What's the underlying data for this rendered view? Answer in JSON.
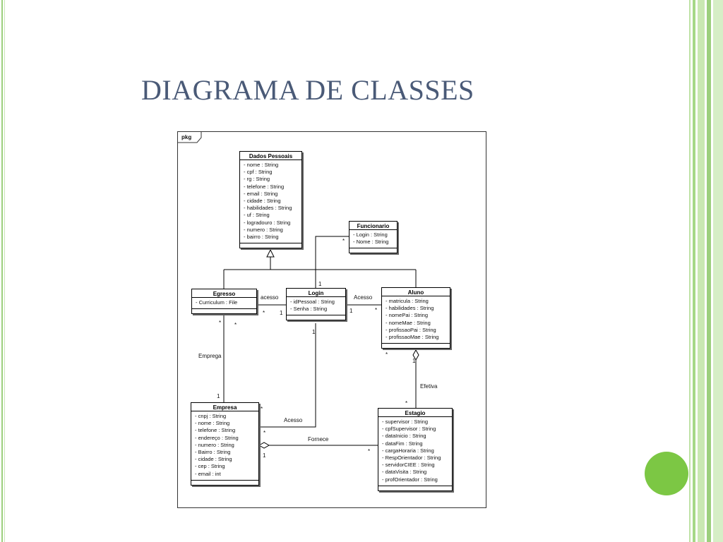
{
  "slide": {
    "title": "DIAGRAMA DE CLASSES",
    "accent_color": "#7cc744",
    "title_color": "#4a5a77"
  },
  "diagram": {
    "frame_label": "pkg",
    "classes": {
      "dados_pessoais": {
        "name": "Dados Pessoais",
        "attributes": [
          "- nome : String",
          "- cpf : String",
          "- rg : String",
          "- telefone : String",
          "- email : String",
          "- cidade : String",
          "- habilidades : String",
          "- uf : String",
          "- logradouro : String",
          "- numero : String",
          "- bairro : String"
        ]
      },
      "funcionario": {
        "name": "Funcionario",
        "attributes": [
          "- Login : String",
          "- Nome : String"
        ]
      },
      "egresso": {
        "name": "Egresso",
        "attributes": [
          "- Curriculum : File"
        ]
      },
      "login": {
        "name": "Login",
        "attributes": [
          "- idPessoal : String",
          "- Senha : String"
        ]
      },
      "aluno": {
        "name": "Aluno",
        "attributes": [
          "- matricula : String",
          "- habilidades : String",
          "- nomePai : String",
          "- nomeMae : String",
          "- profissaoPai : String",
          "- profissaoMae : String"
        ]
      },
      "empresa": {
        "name": "Empresa",
        "attributes": [
          "- cnpj : String",
          "- nome : String",
          "- telefone : String",
          "- endereço : String",
          "- numero : String",
          "- Bairro : String",
          "- cidade : String",
          "- cep : String",
          "- email : int"
        ]
      },
      "estagio": {
        "name": "Estagio",
        "attributes": [
          "- supervisor : String",
          "- cpfSupervisor : String",
          "- dataInicio : String",
          "- dataFim : String",
          "- cargaHoraria : String",
          "- RespOrientador : String",
          "- servidorCIEE : String",
          "- dataVisita : String",
          "- profOrientador : String"
        ]
      }
    },
    "labels": {
      "acesso_egresso_login": "acesso",
      "acesso_login_aluno": "Acesso",
      "acesso_login_empresa": "Acesso",
      "emprega": "Emprega",
      "efetiva": "Efetiva",
      "fornece": "Fornece"
    },
    "multiplicities": {
      "funcionario_star": "*",
      "login_top_one": "1",
      "egresso_right_star": "*",
      "login_left_one": "1",
      "login_right_one": "1",
      "aluno_left_star": "*",
      "egresso_bottom_star_a": "*",
      "egresso_bottom_star_b": "*",
      "login_bottom_one": "1",
      "aluno_bottom_star": "*",
      "aluno_bottom_one": "1",
      "empresa_top_one": "1",
      "empresa_right_star_a": "*",
      "empresa_right_star_b": "*",
      "empresa_fornece_one": "1",
      "estagio_top_star": "*",
      "estagio_left_star": "*"
    }
  }
}
